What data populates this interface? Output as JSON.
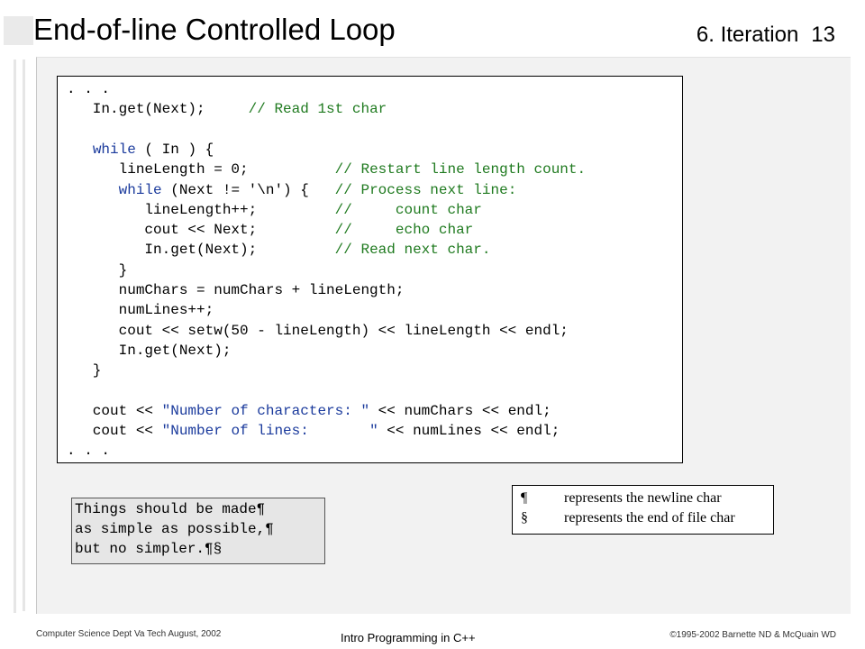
{
  "title": "End-of-line Controlled Loop",
  "section": {
    "name": "6. Iteration",
    "page": "13"
  },
  "code": {
    "lines": [
      [
        {
          "t": ". . .",
          "c": "plain"
        }
      ],
      [
        {
          "t": "   In.get(Next);     ",
          "c": "plain"
        },
        {
          "t": "// Read 1st char",
          "c": "comment"
        }
      ],
      [
        {
          "t": "",
          "c": "plain"
        }
      ],
      [
        {
          "t": "   ",
          "c": "plain"
        },
        {
          "t": "while",
          "c": "keyword"
        },
        {
          "t": " ( In ) {",
          "c": "plain"
        }
      ],
      [
        {
          "t": "      lineLength = 0;          ",
          "c": "plain"
        },
        {
          "t": "// Restart line length count.",
          "c": "comment"
        }
      ],
      [
        {
          "t": "      ",
          "c": "plain"
        },
        {
          "t": "while",
          "c": "keyword"
        },
        {
          "t": " (Next != '\\n') {   ",
          "c": "plain"
        },
        {
          "t": "// Process next line:",
          "c": "comment"
        }
      ],
      [
        {
          "t": "         lineLength++;         ",
          "c": "plain"
        },
        {
          "t": "//     count char",
          "c": "comment"
        }
      ],
      [
        {
          "t": "         cout << Next;         ",
          "c": "plain"
        },
        {
          "t": "//     echo char",
          "c": "comment"
        }
      ],
      [
        {
          "t": "         In.get(Next);         ",
          "c": "plain"
        },
        {
          "t": "// Read next char.",
          "c": "comment"
        }
      ],
      [
        {
          "t": "      }",
          "c": "plain"
        }
      ],
      [
        {
          "t": "      numChars = numChars + lineLength;",
          "c": "plain"
        }
      ],
      [
        {
          "t": "      numLines++;",
          "c": "plain"
        }
      ],
      [
        {
          "t": "      cout << setw(50 - lineLength) << lineLength << endl;",
          "c": "plain"
        }
      ],
      [
        {
          "t": "      In.get(Next);",
          "c": "plain"
        }
      ],
      [
        {
          "t": "   }",
          "c": "plain"
        }
      ],
      [
        {
          "t": "",
          "c": "plain"
        }
      ],
      [
        {
          "t": "   cout << ",
          "c": "plain"
        },
        {
          "t": "\"Number of characters: \"",
          "c": "string"
        },
        {
          "t": " << numChars << endl;",
          "c": "plain"
        }
      ],
      [
        {
          "t": "   cout << ",
          "c": "plain"
        },
        {
          "t": "\"Number of lines:       \"",
          "c": "string"
        },
        {
          "t": " << numLines << endl;",
          "c": "plain"
        }
      ],
      [
        {
          "t": ". . .",
          "c": "plain"
        }
      ]
    ]
  },
  "quote": {
    "lines": [
      "Things should be made¶",
      "as simple as possible,¶",
      "but no simpler.¶§"
    ]
  },
  "legend": {
    "rows": [
      {
        "symbol": "¶",
        "text": "represents the newline char"
      },
      {
        "symbol": "§",
        "text": "represents the end of file char"
      }
    ]
  },
  "footer": {
    "left": "Computer Science Dept Va Tech  August, 2002",
    "center": "Intro Programming in C++",
    "right": "©1995-2002  Barnette ND & McQuain WD"
  }
}
